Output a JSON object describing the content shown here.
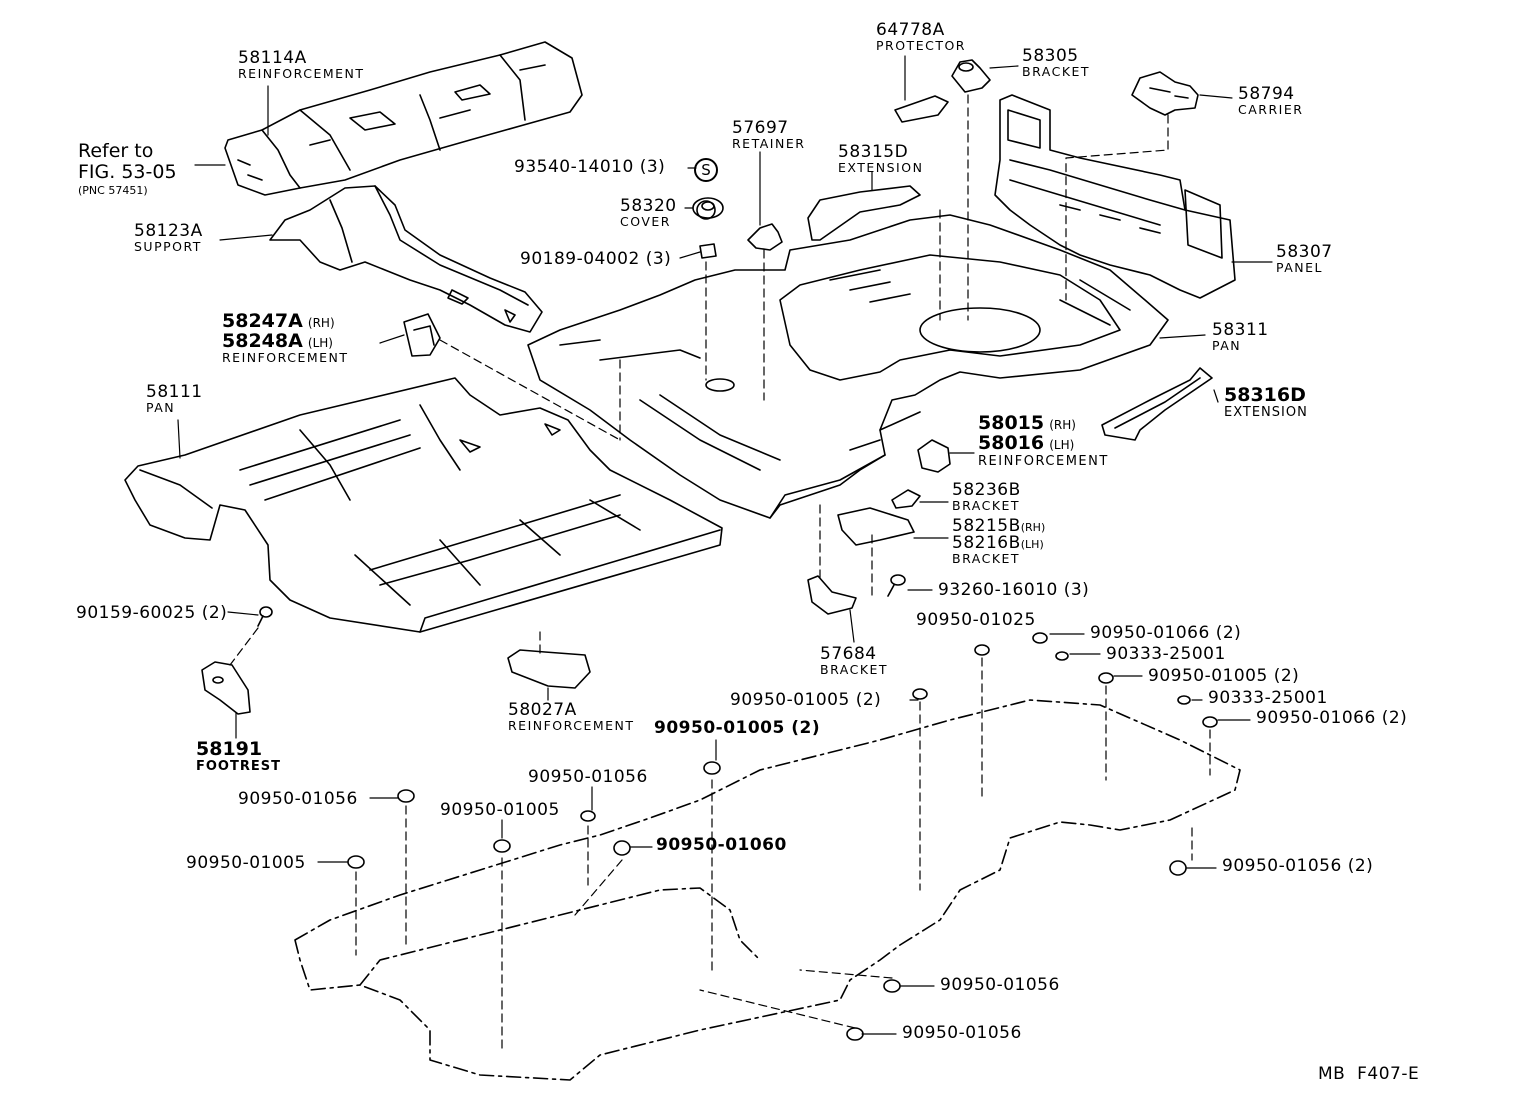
{
  "diagram_code": "MB  F407-E",
  "refer": {
    "line1": "Refer to",
    "line2": "FIG. 53-05",
    "line3": "(PNC 57451)"
  },
  "parts": {
    "p58114A": {
      "num": "58114A",
      "name": "REINFORCEMENT"
    },
    "p58123A": {
      "num": "58123A",
      "name": "SUPPORT"
    },
    "p58247A": {
      "num": "58247A",
      "side": "(RH)"
    },
    "p58248A": {
      "num": "58248A",
      "side": "(LH)",
      "name": "REINFORCEMENT"
    },
    "p58111": {
      "num": "58111",
      "name": "PAN"
    },
    "p58191": {
      "num": "58191",
      "name": "FOOTREST"
    },
    "p58027A": {
      "num": "58027A",
      "name": "REINFORCEMENT"
    },
    "p57697": {
      "num": "57697",
      "name": "RETAINER"
    },
    "p93540": {
      "num": "93540-14010 (3)",
      "symbol": "S"
    },
    "p58320": {
      "num": "58320",
      "name": "COVER"
    },
    "p90189": {
      "num": "90189-04002 (3)"
    },
    "p58315D": {
      "num": "58315D",
      "name": "EXTENSION"
    },
    "p64778A": {
      "num": "64778A",
      "name": "PROTECTOR"
    },
    "p58305": {
      "num": "58305",
      "name": "BRACKET"
    },
    "p58794": {
      "num": "58794",
      "name": "CARRIER"
    },
    "p58307": {
      "num": "58307",
      "name": "PANEL"
    },
    "p58311": {
      "num": "58311",
      "name": "PAN"
    },
    "p58316D": {
      "num": "58316D",
      "name": "EXTENSION"
    },
    "p58015": {
      "num": "58015",
      "side": "(RH)"
    },
    "p58016": {
      "num": "58016",
      "side": "(LH)",
      "name": "REINFORCEMENT"
    },
    "p58236B": {
      "num": "58236B",
      "name": "BRACKET"
    },
    "p58215B": {
      "num": "58215B",
      "side": "(RH)"
    },
    "p58216B": {
      "num": "58216B",
      "side": "(LH)",
      "name": "BRACKET"
    },
    "p93260": {
      "num": "93260-16010 (3)"
    },
    "p57684": {
      "num": "57684",
      "name": "BRACKET"
    },
    "p90159": {
      "num": "90159-60025 (2)"
    }
  },
  "plugs": {
    "a": "90950-01025",
    "b": "90950-01066 (2)",
    "c": "90333-25001",
    "d": "90950-01005 (2)",
    "e": "90950-01005 (2)",
    "f": "90333-25001",
    "g": "90950-01066 (2)",
    "h": "90950-01005 (2)",
    "i": "90950-01056",
    "j": "90950-01056",
    "k": "90950-01005",
    "l": "90950-01060",
    "m": "90950-01005",
    "n": "90950-01056 (2)",
    "o": "90950-01056",
    "p": "90950-01056"
  }
}
